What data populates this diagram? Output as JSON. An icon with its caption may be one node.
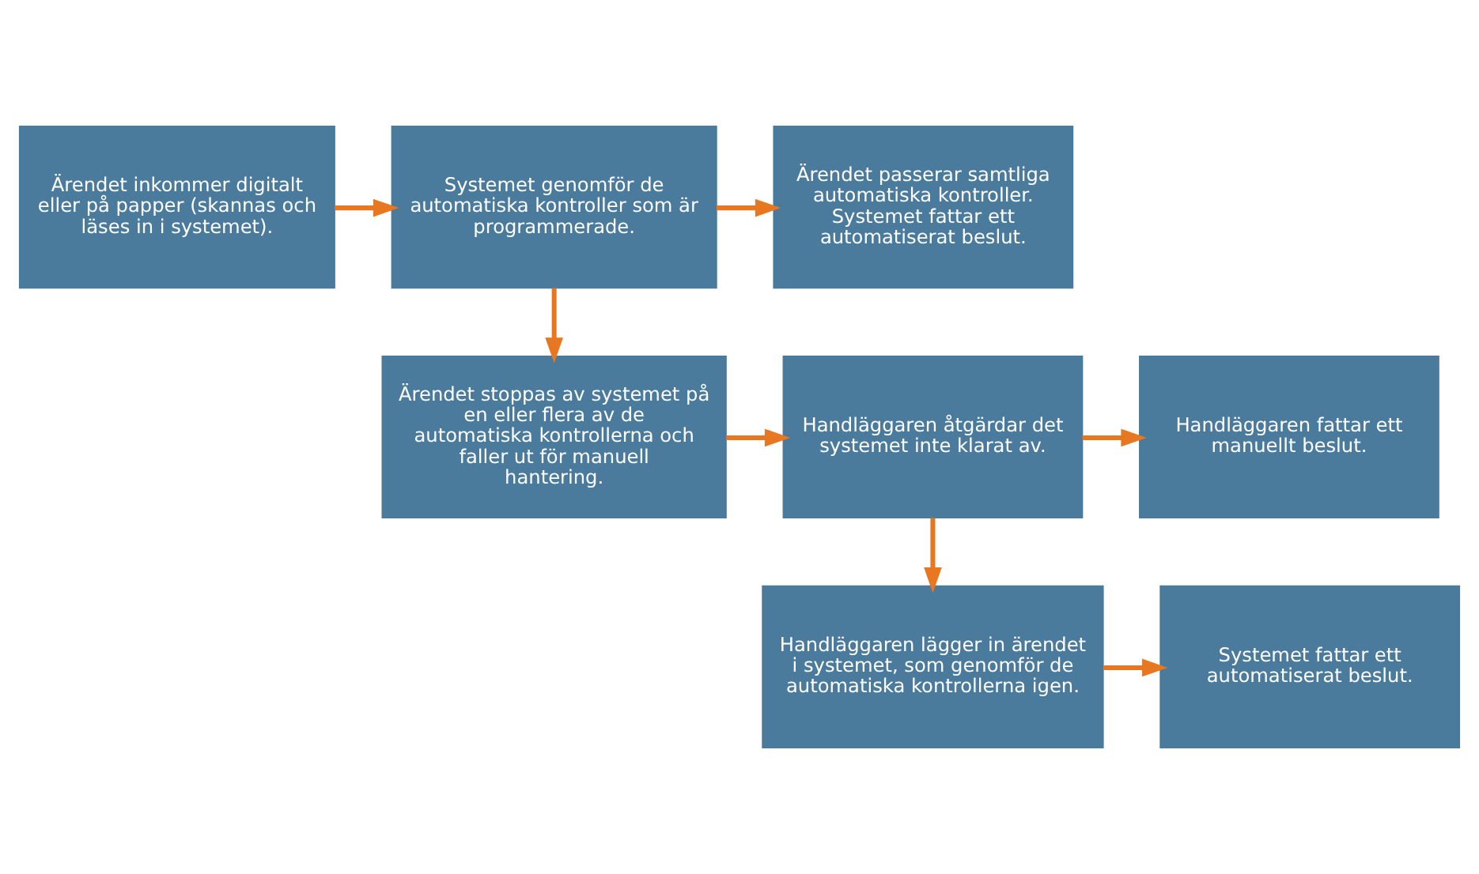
{
  "diagram": {
    "nodes": [
      {
        "text": [
          "Ärendet inkommer digitalt eller på papper (skannas och läses in i systemet)."
        ]
      },
      {
        "text": [
          "Systemet genomför de automatiska kontroller som är programmerade."
        ]
      },
      {
        "text": [
          "Ärendet passerar samtliga automatiska kontroller. Systemet fattar ett automatiserat beslut."
        ]
      },
      {
        "text": [
          "Ärendet stoppas av systemet på en eller flera av de automatiska kontrollerna och faller ut för manuell hantering."
        ]
      },
      {
        "text": [
          "Handläggaren åtgärdar det systemet inte klarat av."
        ]
      },
      {
        "text": [
          "Handläggaren fattar ett manuellt beslut."
        ]
      },
      {
        "text": [
          "Handläggaren lägger in ärendet i systemet, som genomför de automatiska kontrollerna igen."
        ]
      },
      {
        "text": [
          "Systemet fattar ett automatiserat beslut."
        ]
      }
    ],
    "edges": [
      {
        "from": 0,
        "to": 1,
        "arrow": "to"
      },
      {
        "from": 1,
        "to": 2,
        "arrow": "to"
      },
      {
        "from": 1,
        "to": 3,
        "arrow": "to"
      },
      {
        "from": 3,
        "to": 4,
        "arrow": "to"
      },
      {
        "from": 4,
        "to": 5,
        "arrow": "to"
      },
      {
        "from": 4,
        "to": 6,
        "arrow": "to"
      },
      {
        "from": 6,
        "to": 7,
        "arrow": "to"
      }
    ]
  }
}
